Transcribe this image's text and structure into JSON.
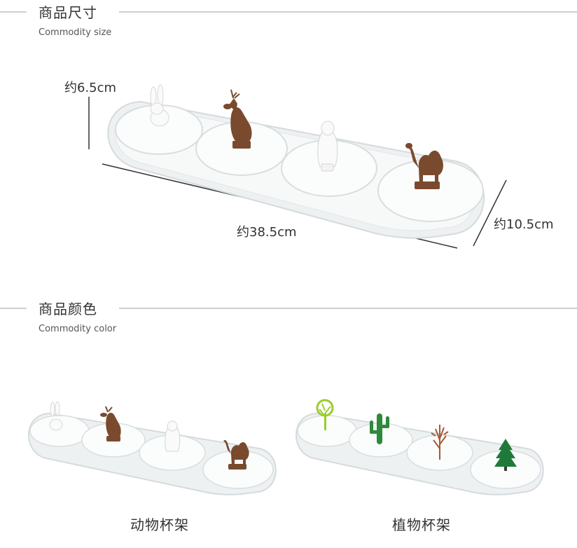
{
  "size_section": {
    "title": "商品尺寸",
    "subtitle": "Commodity size",
    "dimensions": {
      "height": "约6.5cm",
      "length": "约38.5cm",
      "width": "约10.5cm"
    }
  },
  "color_section": {
    "title": "商品颜色",
    "subtitle": "Commodity color",
    "variants": [
      {
        "label": "动物杯架",
        "figures": [
          "rabbit-figure",
          "deer-figure",
          "bear-figure",
          "camel-figure"
        ]
      },
      {
        "label": "植物杯架",
        "figures": [
          "tree-figure",
          "cactus-figure",
          "bare-tree-figure",
          "pine-tree-figure"
        ]
      }
    ]
  },
  "colors": {
    "tray": "#f4f6f6",
    "brown_figure": "#7a4a2e",
    "white_figure": "#fafafa",
    "lime_tree": "#9ccc2e",
    "green_cactus": "#2e8a3a",
    "rust_tree": "#a45a35",
    "pine": "#1f7a3a",
    "rule": "#cfcfcf"
  }
}
